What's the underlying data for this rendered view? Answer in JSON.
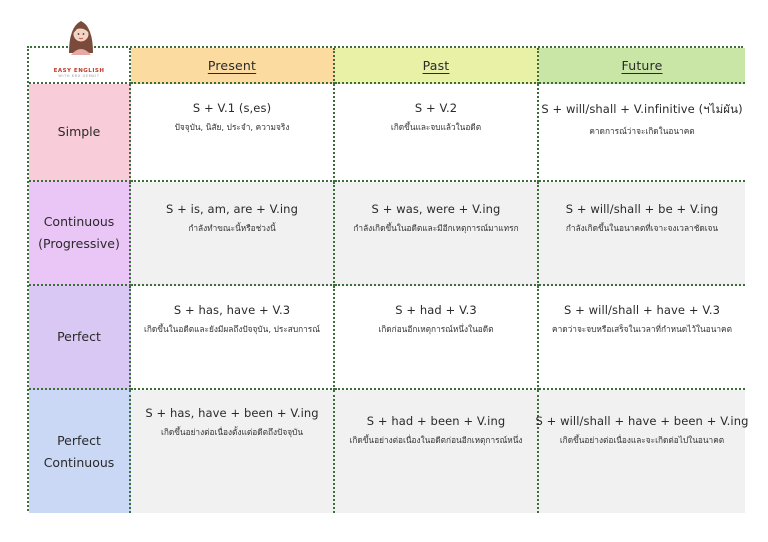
{
  "brand": {
    "name": "EASY ENGLISH",
    "subtitle": "WITH KRU GEMKIT"
  },
  "columns": [
    "Present",
    "Past",
    "Future"
  ],
  "rows": [
    {
      "label_lines": [
        "Simple"
      ],
      "cells": [
        {
          "formula": "S + V.1 (s,es)",
          "meaning": "ปัจจุบัน, นิสัย, ประจำ, ความจริง"
        },
        {
          "formula": "S + V.2",
          "meaning": "เกิดขึ้นและจบแล้วในอดีต"
        },
        {
          "formula": "S + will/shall + V.infinitive (ฯไม่ผัน)",
          "meaning": "คาดการณ์ว่าจะเกิดในอนาคต"
        }
      ]
    },
    {
      "label_lines": [
        "Continuous",
        "(Progressive)"
      ],
      "cells": [
        {
          "formula": "S + is, am, are + V.ing",
          "meaning": "กำลังทำขณะนี้หรือช่วงนี้"
        },
        {
          "formula": "S + was, were + V.ing",
          "meaning": "กำลังเกิดขึ้นในอดีตและมีอีกเหตุการณ์มาแทรก"
        },
        {
          "formula": "S + will/shall + be + V.ing",
          "meaning": "กำลังเกิดขึ้นในอนาคตที่เจาะจงเวลาชัดเจน"
        }
      ]
    },
    {
      "label_lines": [
        "Perfect"
      ],
      "cells": [
        {
          "formula": "S + has, have + V.3",
          "meaning": "เกิดขึ้นในอดีตและยังมีผลถึงปัจจุบัน, ประสบการณ์"
        },
        {
          "formula": "S + had + V.3",
          "meaning": "เกิดก่อนอีกเหตุการณ์หนึ่งในอดีต"
        },
        {
          "formula": "S + will/shall + have + V.3",
          "meaning": "คาดว่าจะจบหรือเสร็จในเวลาที่กำหนดไว้ในอนาคต"
        }
      ]
    },
    {
      "label_lines": [
        "Perfect",
        "Continuous"
      ],
      "cells": [
        {
          "formula": "S + has, have + been + V.ing",
          "meaning": "เกิดขึ้นอย่างต่อเนื่องตั้งแต่อดีตถึงปัจจุบัน"
        },
        {
          "formula": "S + had + been + V.ing",
          "meaning": "เกิดขึ้นอย่างต่อเนื่องในอดีตก่อนอีกเหตุการณ์หนึ่ง"
        },
        {
          "formula": "S + will/shall + have + been + V.ing",
          "meaning": "เกิดขึ้นอย่างต่อเนื่องและจะเกิดต่อไปในอนาคต"
        }
      ]
    }
  ]
}
